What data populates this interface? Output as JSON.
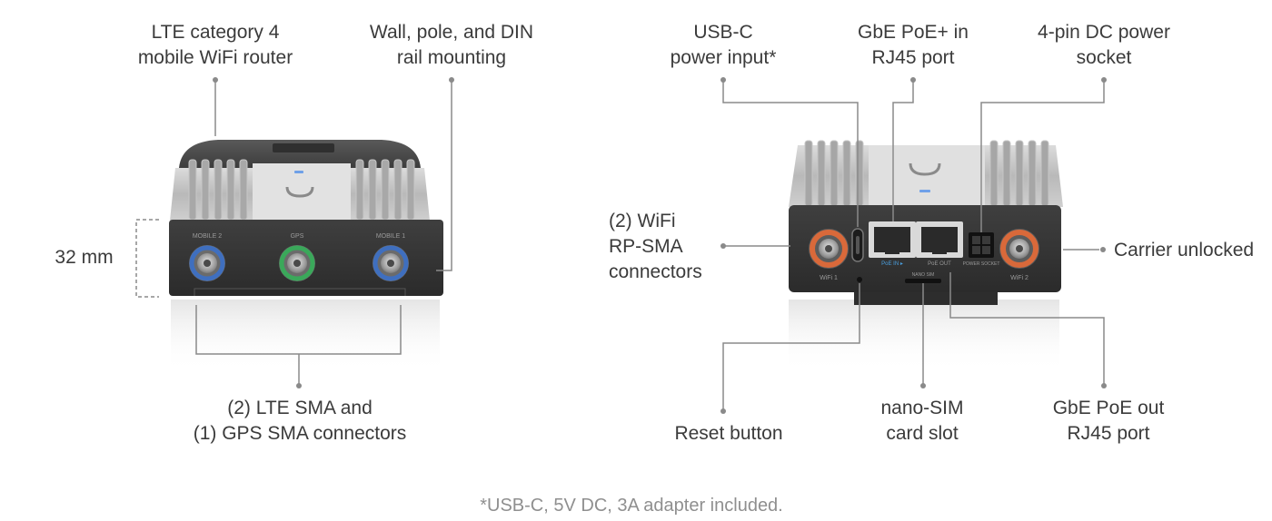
{
  "labels": {
    "lte_router": [
      "LTE category 4",
      "mobile WiFi router"
    ],
    "mounting": [
      "Wall, pole, and DIN",
      "rail mounting"
    ],
    "height": "32 mm",
    "lte_sma": [
      "(2) LTE SMA and",
      "(1) GPS SMA connectors"
    ],
    "usbc": [
      "USB-C",
      "power input*"
    ],
    "poe_in": [
      "GbE PoE+ in",
      "RJ45 port"
    ],
    "dc_power": [
      "4-pin DC power",
      "socket"
    ],
    "wifi_sma": [
      "(2) WiFi",
      "RP-SMA",
      "connectors"
    ],
    "carrier": "Carrier unlocked",
    "reset": "Reset button",
    "nanosim": [
      "nano-SIM",
      "card slot"
    ],
    "poe_out": [
      "GbE PoE out",
      "RJ45 port"
    ]
  },
  "device_markings": {
    "front": [
      "MOBILE 2",
      "GPS",
      "MOBILE 1"
    ],
    "back": [
      "WiFi 1",
      "WiFi 2",
      "PoE IN ▸",
      "PoE OUT",
      "POWER SOCKET",
      "NANO SIM"
    ]
  },
  "colors": {
    "lte_ring": "#3f6fbf",
    "gps_ring": "#3aa85a",
    "wifi_ring": "#d9693a",
    "leader_line": "#8a8a8a"
  },
  "footnote": "*USB-C, 5V DC, 3A adapter included."
}
